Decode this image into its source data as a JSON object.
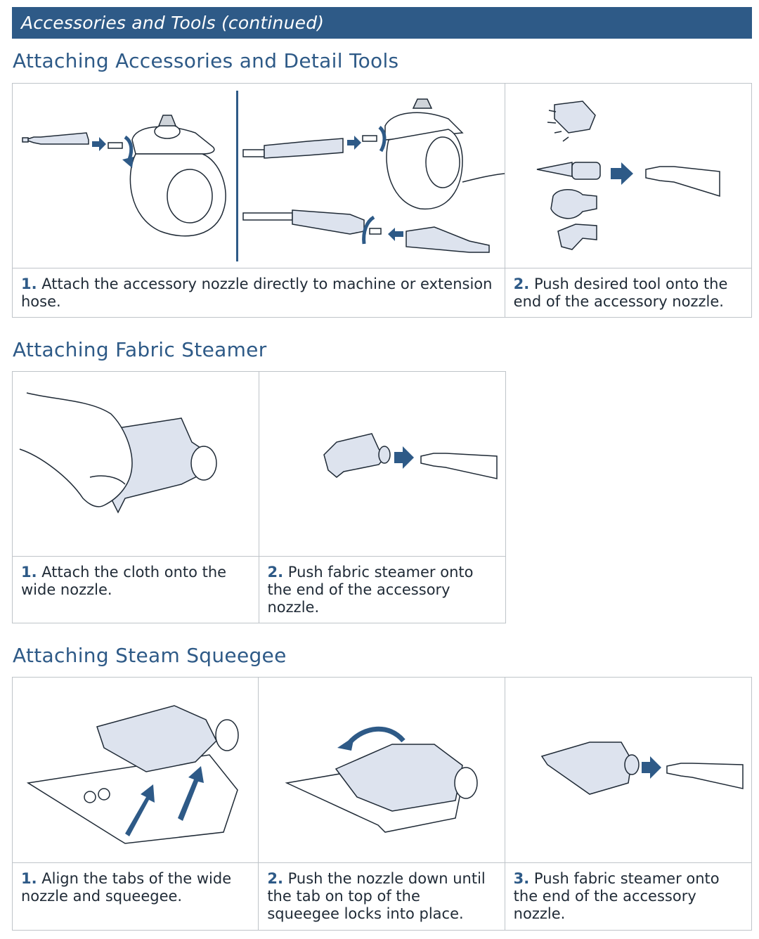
{
  "banner": {
    "title": "Accessories and Tools (continued)"
  },
  "sections": {
    "accessories": {
      "title": "Attaching Accessories and Detail Tools",
      "steps": [
        {
          "num": "1.",
          "text": " Attach the accessory nozzle directly to machine or extension hose."
        },
        {
          "num": "2.",
          "text": " Push desired tool onto the end of the accessory nozzle."
        }
      ]
    },
    "fabric": {
      "title": "Attaching Fabric Steamer",
      "steps": [
        {
          "num": "1.",
          "text": " Attach the cloth onto the wide nozzle."
        },
        {
          "num": "2.",
          "text": " Push fabric steamer onto the end of the accessory nozzle."
        }
      ]
    },
    "squeegee": {
      "title": "Attaching Steam Squeegee",
      "steps": [
        {
          "num": "1.",
          "text": " Align the tabs of the wide nozzle and squeegee."
        },
        {
          "num": "2.",
          "text": " Push the nozzle down until the tab on top of the squeegee locks into place."
        },
        {
          "num": "3.",
          "text": " Push fabric steamer onto the end of the accessory nozzle."
        }
      ]
    }
  },
  "colors": {
    "brand_blue": "#2e5a87",
    "part_fill": "#dde3ee",
    "line": "#1f2a36",
    "border": "#bfc4c9"
  }
}
